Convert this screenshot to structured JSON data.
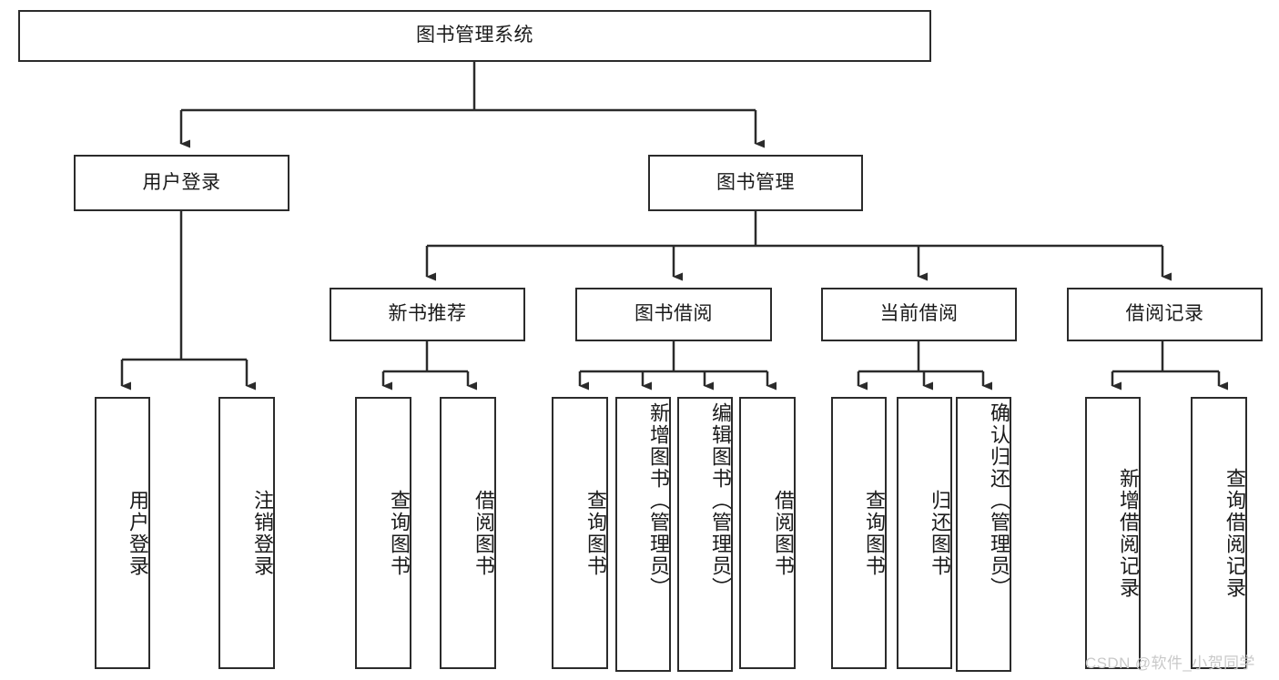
{
  "diagram": {
    "type": "tree-hierarchy-diagram",
    "title": "图书管理系统",
    "colors": {
      "box_border": "#2b2b2b",
      "box_fill": "#ffffff",
      "connector": "#2b2b2b",
      "text": "#1a1a1a",
      "watermark": "#c9c9c9",
      "background": "#ffffff"
    },
    "root": {
      "label": "图书管理系统",
      "orientation": "horizontal"
    },
    "level2": [
      {
        "label": "用户登录",
        "orientation": "horizontal"
      },
      {
        "label": "图书管理",
        "orientation": "horizontal"
      }
    ],
    "level3": [
      {
        "label": "新书推荐",
        "orientation": "horizontal"
      },
      {
        "label": "图书借阅",
        "orientation": "horizontal"
      },
      {
        "label": "当前借阅",
        "orientation": "horizontal"
      },
      {
        "label": "借阅记录",
        "orientation": "horizontal"
      }
    ],
    "leaves": {
      "user_login": [
        {
          "label": "用户登录",
          "orientation": "vertical"
        },
        {
          "label": "注销登录",
          "orientation": "vertical"
        }
      ],
      "new_book_recommend": [
        {
          "label": "查询图书",
          "orientation": "vertical"
        },
        {
          "label": "借阅图书",
          "orientation": "vertical"
        }
      ],
      "book_borrow": [
        {
          "label": "查询图书",
          "orientation": "vertical"
        },
        {
          "label": "新增图书（管理员）",
          "orientation": "vertical"
        },
        {
          "label": "编辑图书（管理员）",
          "orientation": "vertical"
        },
        {
          "label": "借阅图书",
          "orientation": "vertical"
        }
      ],
      "current_borrow": [
        {
          "label": "查询图书",
          "orientation": "vertical"
        },
        {
          "label": "归还图书",
          "orientation": "vertical"
        },
        {
          "label": "确认归还（管理员）",
          "orientation": "vertical"
        }
      ],
      "borrow_record": [
        {
          "label": "新增借阅记录",
          "orientation": "vertical"
        },
        {
          "label": "查询借阅记录",
          "orientation": "vertical"
        }
      ]
    },
    "watermark": "CSDN @软件_小贺同学"
  }
}
